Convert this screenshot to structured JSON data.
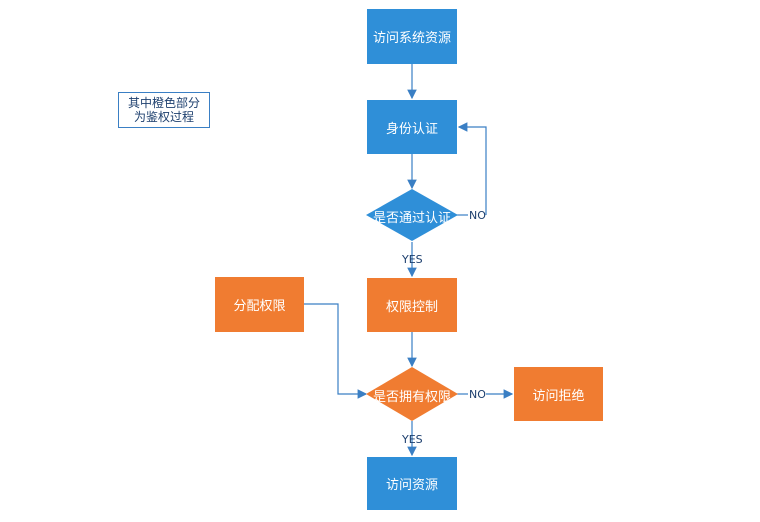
{
  "note": {
    "line1": "其中橙色部分",
    "line2": "为鉴权过程"
  },
  "nodes": {
    "access_system": "访问系统资源",
    "identity_auth": "身份认证",
    "auth_passed": "是否通过认证",
    "assign_permission": "分配权限",
    "permission_control": "权限控制",
    "has_permission": "是否拥有权限",
    "access_denied": "访问拒绝",
    "access_resource": "访问资源"
  },
  "edge_labels": {
    "no_auth": "NO",
    "yes_auth": "YES",
    "no_perm": "NO",
    "yes_perm": "YES"
  },
  "colors": {
    "blue": "#2f8fd8",
    "orange": "#f07c31",
    "line": "#3a7fc4"
  }
}
